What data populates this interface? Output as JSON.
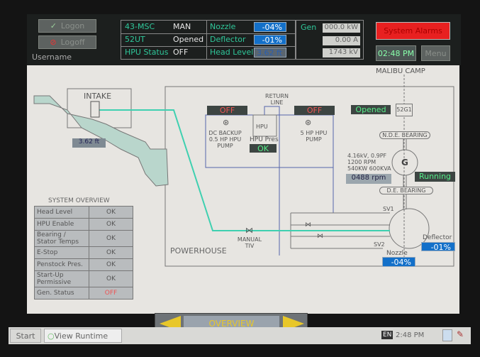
{
  "header": {
    "logon": "Logon",
    "logoff": "Logoff",
    "username": "Username",
    "status": [
      {
        "label": "43-MSC",
        "value": "MAN",
        "label2": "Nozzle",
        "value2": "-04%"
      },
      {
        "label": "52UT",
        "value": "Opened",
        "label2": "Deflector",
        "value2": "-01%"
      },
      {
        "label": "HPU Status",
        "value": "OFF",
        "label2": "Head Level",
        "value2": "3.62 ft"
      }
    ],
    "gen_label": "Gen",
    "gen_values": [
      "000.0 kW",
      "0.00 A",
      "1743 kV"
    ],
    "alarm": "System Alarms",
    "time": "02:48 PM",
    "menu": "Menu"
  },
  "main": {
    "site": "MALIBU CAMP",
    "intake": "INTAKE",
    "intake_level": "3.62 ft",
    "powerhouse": "POWERHOUSE",
    "return_line": "RETURN LINE",
    "dc_pump_status": "OFF",
    "dc_pump_label": "DC BACKUP 0.5 HP HPU PUMP",
    "hpu": "HPU",
    "hpu_pres": "HPU Pres",
    "hpu_pres_status": "OK",
    "pump5_status": "OFF",
    "pump5_label": "5 HP HPU PUMP",
    "breaker_status": "Opened",
    "breaker": "52G1",
    "nde": "N.D.E. BEARING",
    "de": "D.E. BEARING",
    "gen": "G",
    "gen_spec": "4.16kV, 0.9PF\n1200 RPM\n540KW 600KVA",
    "rpm": "0488 rpm",
    "gen_status": "Running",
    "manual_tiv": "MANUAL TIV",
    "sv1": "SV1",
    "sv2": "SV2",
    "deflector_label": "Deflector",
    "deflector": "-01%",
    "nozzle_label": "Nozzle",
    "nozzle": "-04%"
  },
  "overview": {
    "title": "SYSTEM OVERVIEW",
    "rows": [
      {
        "label": "Head Level",
        "value": "OK"
      },
      {
        "label": "HPU Enable",
        "value": "OK"
      },
      {
        "label": "Bearing / Stator Temps",
        "value": "OK"
      },
      {
        "label": "E-Stop",
        "value": "OK"
      },
      {
        "label": "Penstock Pres.",
        "value": "OK"
      },
      {
        "label": "Start-Up Permissive",
        "value": "OK"
      },
      {
        "label": "Gen. Status",
        "value": "OFF"
      }
    ]
  },
  "nav": {
    "label": "OVERVIEW"
  },
  "taskbar": {
    "start": "Start",
    "app": "View Runtime",
    "lang": "EN",
    "clock": "2:48 PM"
  }
}
